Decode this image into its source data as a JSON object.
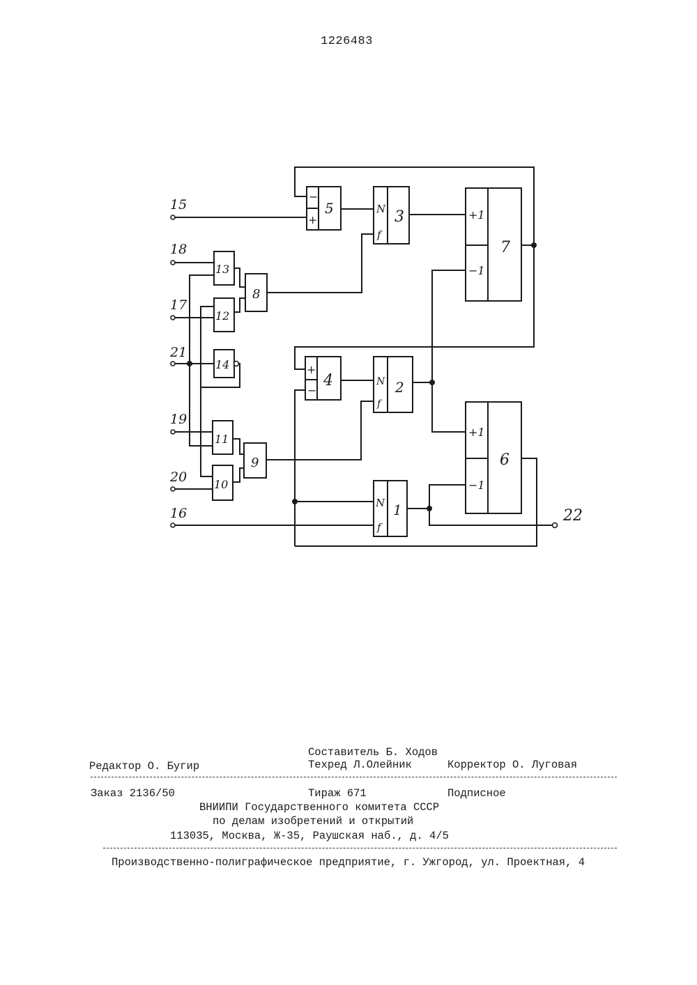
{
  "patent_number": "1226483",
  "diagram": {
    "blocks": [
      {
        "id": "b1",
        "label": "1",
        "ports": [
          "N",
          "f"
        ]
      },
      {
        "id": "b2",
        "label": "2",
        "ports": [
          "N",
          "f"
        ]
      },
      {
        "id": "b3",
        "label": "3",
        "ports": [
          "N",
          "f"
        ]
      },
      {
        "id": "b4",
        "label": "4",
        "ports": [
          "+",
          "−"
        ]
      },
      {
        "id": "b5",
        "label": "5",
        "ports": [
          "−",
          "+"
        ]
      },
      {
        "id": "b6",
        "label": "6",
        "ports": [
          "+1",
          "−1"
        ]
      },
      {
        "id": "b7",
        "label": "7",
        "ports": [
          "+1",
          "−1"
        ]
      },
      {
        "id": "b8",
        "label": "8"
      },
      {
        "id": "b9",
        "label": "9"
      },
      {
        "id": "b10",
        "label": "10"
      },
      {
        "id": "b11",
        "label": "11"
      },
      {
        "id": "b12",
        "label": "12"
      },
      {
        "id": "b13",
        "label": "13"
      },
      {
        "id": "b14",
        "label": "14"
      }
    ],
    "terminals": [
      {
        "id": "t15",
        "label": "15"
      },
      {
        "id": "t16",
        "label": "16"
      },
      {
        "id": "t17",
        "label": "17"
      },
      {
        "id": "t18",
        "label": "18"
      },
      {
        "id": "t19",
        "label": "19"
      },
      {
        "id": "t20",
        "label": "20"
      },
      {
        "id": "t21",
        "label": "21"
      },
      {
        "id": "t22",
        "label": "22"
      }
    ]
  },
  "imprint": {
    "composer": "Составитель Б. Ходов",
    "editor": "Редактор О. Бугир",
    "techred": "Техред Л.Олейник",
    "corrector": "Корректор О. Луговая",
    "order": "Заказ 2136/50",
    "circulation": "Тираж 671",
    "subscription": "Подписное",
    "org_line1": "ВНИИПИ Государственного комитета СССР",
    "org_line2": "по делам изобретений и открытий",
    "org_address": "113035, Москва, Ж-35, Раушская наб., д. 4/5",
    "printer": "Производственно-полиграфическое предприятие, г. Ужгород, ул. Проектная, 4"
  }
}
